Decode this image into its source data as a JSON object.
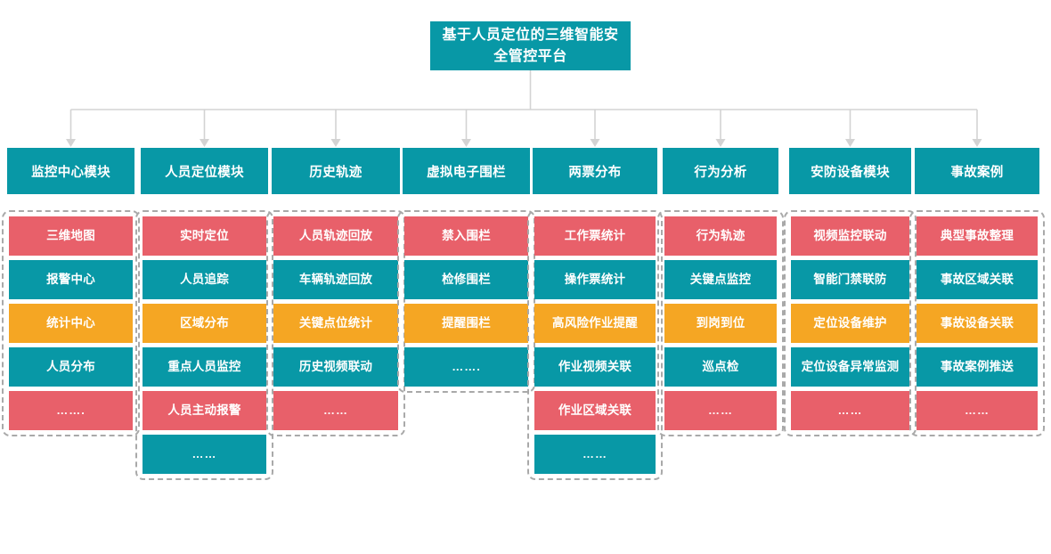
{
  "title": {
    "text": "基于人员定位的三维智能安全管控平台"
  },
  "colors": {
    "teal": "#0898a6",
    "red": "#e8606a",
    "orange": "#f5a623",
    "connector": "#d3d3d3",
    "group_border": "#a9a9a9",
    "background": "#ffffff"
  },
  "diagram_data": {
    "type": "hierarchy-tree",
    "root": "基于人员定位的三维智能安全管控平台",
    "branch_count": 8
  },
  "columns": [
    {
      "header": "监控中心模块",
      "items": [
        {
          "label": "三维地图",
          "color": "red"
        },
        {
          "label": "报警中心",
          "color": "teal"
        },
        {
          "label": "统计中心",
          "color": "orange"
        },
        {
          "label": "人员分布",
          "color": "teal"
        },
        {
          "label": "…….",
          "color": "red"
        }
      ]
    },
    {
      "header": "人员定位模块",
      "items": [
        {
          "label": "实时定位",
          "color": "red"
        },
        {
          "label": "人员追踪",
          "color": "teal"
        },
        {
          "label": "区域分布",
          "color": "orange"
        },
        {
          "label": "重点人员监控",
          "color": "teal"
        },
        {
          "label": "人员主动报警",
          "color": "red"
        },
        {
          "label": "……",
          "color": "teal"
        }
      ]
    },
    {
      "header": "历史轨迹",
      "items": [
        {
          "label": "人员轨迹回放",
          "color": "red"
        },
        {
          "label": "车辆轨迹回放",
          "color": "teal"
        },
        {
          "label": "关键点位统计",
          "color": "orange"
        },
        {
          "label": "历史视频联动",
          "color": "teal"
        },
        {
          "label": "……",
          "color": "red"
        }
      ]
    },
    {
      "header": "虚拟电子围栏",
      "items": [
        {
          "label": "禁入围栏",
          "color": "red"
        },
        {
          "label": "检修围栏",
          "color": "teal"
        },
        {
          "label": "提醒围栏",
          "color": "orange"
        },
        {
          "label": "…….",
          "color": "teal"
        }
      ]
    },
    {
      "header": "两票分布",
      "items": [
        {
          "label": "工作票统计",
          "color": "red"
        },
        {
          "label": "操作票统计",
          "color": "teal"
        },
        {
          "label": "高风险作业提醒",
          "color": "orange"
        },
        {
          "label": "作业视频关联",
          "color": "teal"
        },
        {
          "label": "作业区域关联",
          "color": "red"
        },
        {
          "label": "……",
          "color": "teal"
        }
      ]
    },
    {
      "header": "行为分析",
      "items": [
        {
          "label": "行为轨迹",
          "color": "red"
        },
        {
          "label": "关键点监控",
          "color": "teal"
        },
        {
          "label": "到岗到位",
          "color": "orange"
        },
        {
          "label": "巡点检",
          "color": "teal"
        },
        {
          "label": "……",
          "color": "red"
        }
      ]
    },
    {
      "header": "安防设备模块",
      "items": [
        {
          "label": "视频监控联动",
          "color": "red"
        },
        {
          "label": "智能门禁联防",
          "color": "teal"
        },
        {
          "label": "定位设备维护",
          "color": "orange"
        },
        {
          "label": "定位设备异常监测",
          "color": "teal"
        },
        {
          "label": "……",
          "color": "red"
        }
      ]
    },
    {
      "header": "事故案例",
      "items": [
        {
          "label": "典型事故整理",
          "color": "red"
        },
        {
          "label": "事故区域关联",
          "color": "teal"
        },
        {
          "label": "事故设备关联",
          "color": "orange"
        },
        {
          "label": "事故案例推送",
          "color": "teal"
        },
        {
          "label": "……",
          "color": "red"
        }
      ]
    }
  ]
}
